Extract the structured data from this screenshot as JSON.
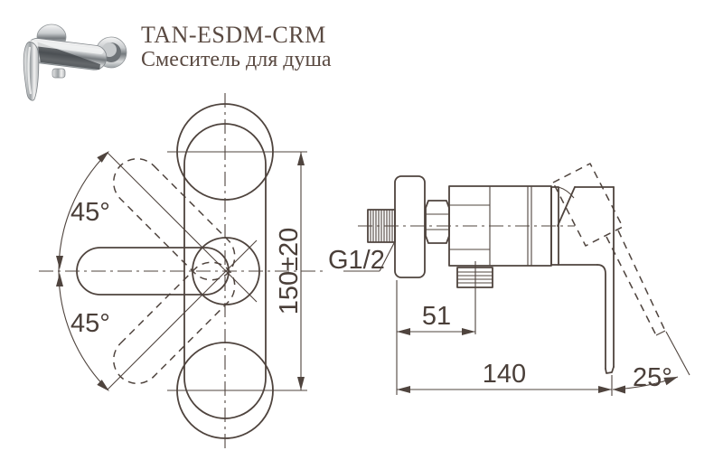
{
  "product": {
    "code": "TAN-ESDM-CRM",
    "name": "Смеситель для душа"
  },
  "front_view": {
    "angle_upper": "45°",
    "angle_lower": "45°",
    "mount_distance": "150±20"
  },
  "side_view": {
    "thread": "G1/2",
    "outlet_offset": "51",
    "length": "140",
    "handle_angle": "25°"
  },
  "colors": {
    "line": "#4f443e",
    "text": "#4a3f39",
    "title": "#5a4a42",
    "chrome_light": "#f4f4f4",
    "chrome_mid": "#b9bcbe",
    "chrome_dark": "#5e6367"
  }
}
